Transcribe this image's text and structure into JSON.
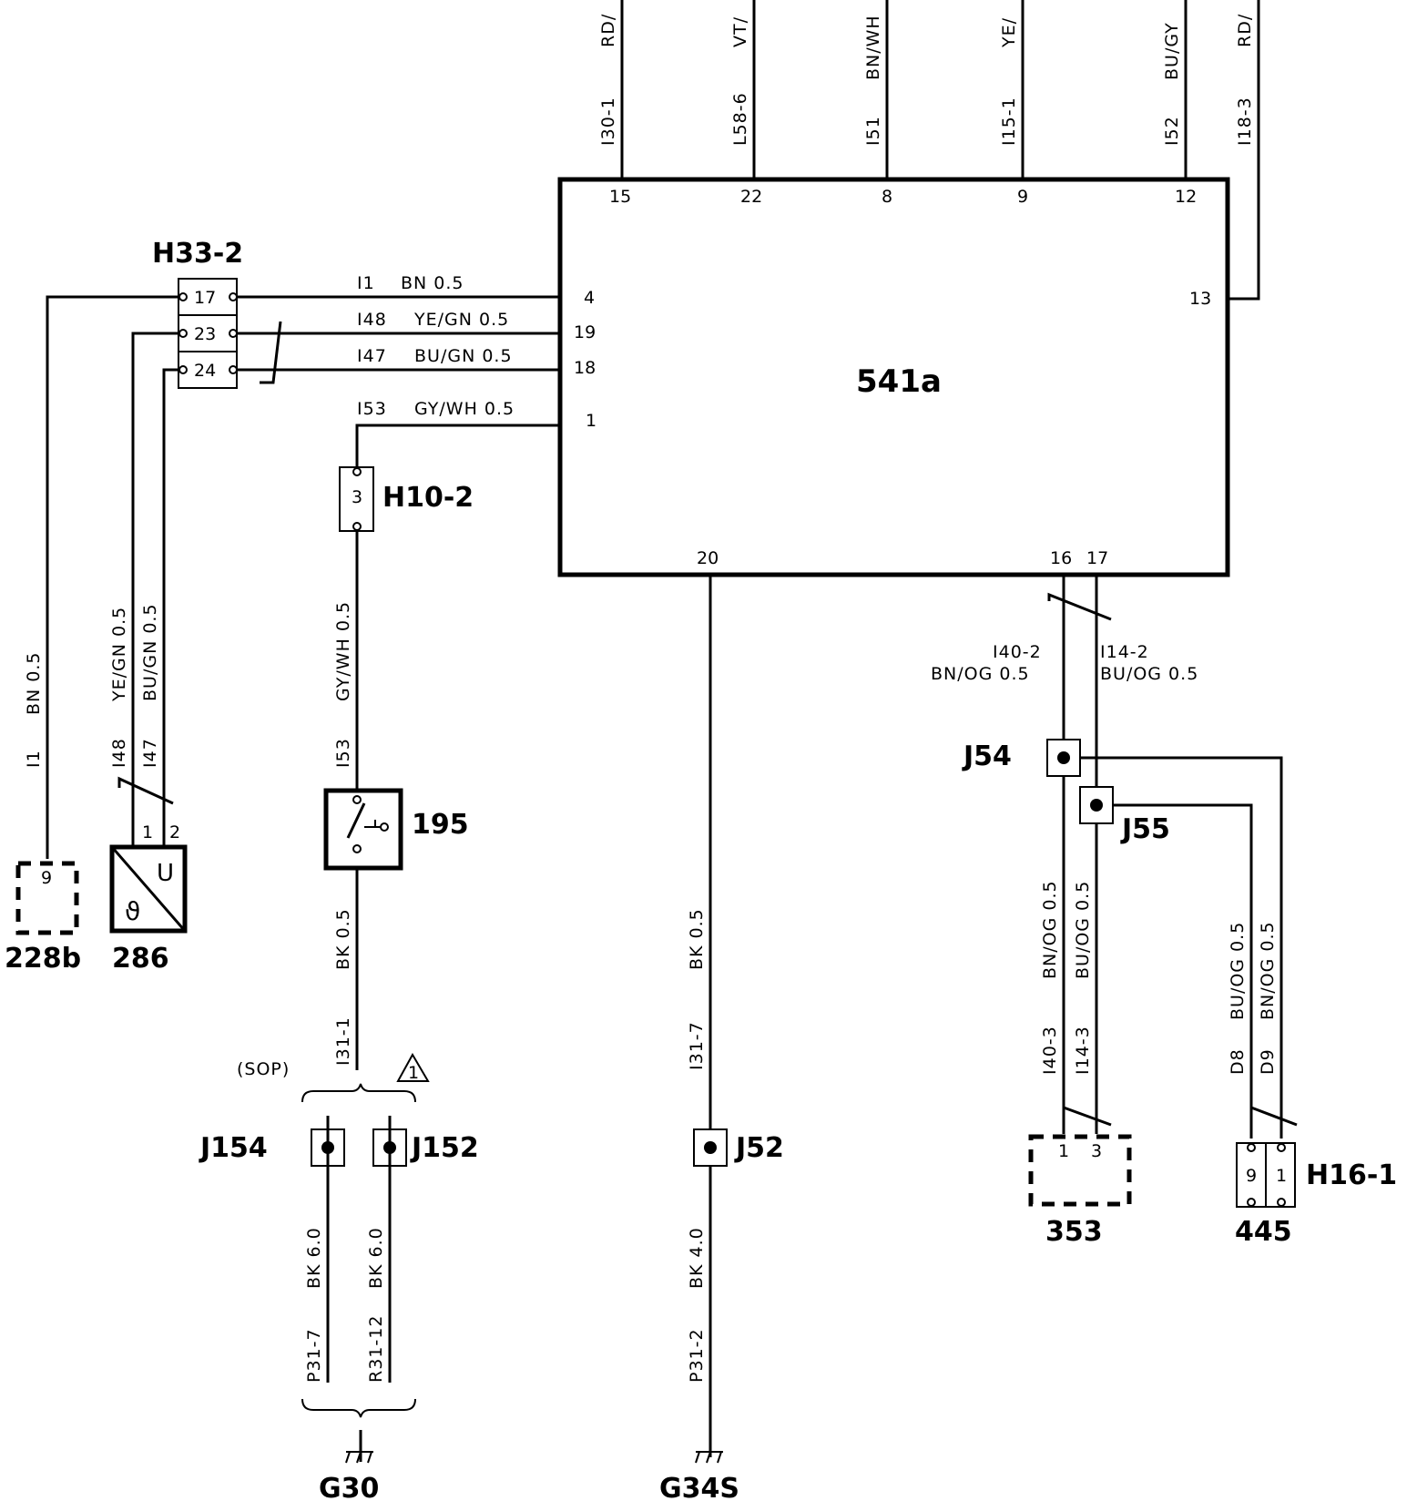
{
  "module": {
    "name": "541a",
    "pins_top": [
      "15",
      "22",
      "8",
      "9",
      "12"
    ],
    "pin_13": "13",
    "pins_left": [
      "4",
      "19",
      "18",
      "1"
    ],
    "pins_bottom": [
      "20",
      "16",
      "17"
    ]
  },
  "top_wires": [
    {
      "code": "I30-1",
      "color": "RD/"
    },
    {
      "code": "L58-6",
      "color": "VT/"
    },
    {
      "code": "I51",
      "color": "BN/WH"
    },
    {
      "code": "I15-1",
      "color": "YE/"
    },
    {
      "code": "I52",
      "color": "BU/GY"
    },
    {
      "code": "I18-3",
      "color": "RD/"
    }
  ],
  "h33": {
    "name": "H33-2",
    "pins": [
      "17",
      "23",
      "24"
    ]
  },
  "left_wires": [
    {
      "code": "I1",
      "spec": "BN  0.5"
    },
    {
      "code": "I48",
      "spec": "YE/GN  0.5"
    },
    {
      "code": "I47",
      "spec": "BU/GN  0.5"
    },
    {
      "code": "I53",
      "spec": "GY/WH  0.5"
    }
  ],
  "h10": {
    "name": "H10-2",
    "pin": "3"
  },
  "vertical_left": [
    {
      "spec": "BN  0.5",
      "code": "I1"
    },
    {
      "spec": "YE/GN  0.5",
      "code": "I48"
    },
    {
      "spec": "BU/GN  0.5",
      "code": "I47"
    }
  ],
  "sensor": {
    "name": "286",
    "pins": [
      "1",
      "2"
    ],
    "u": "U",
    "theta": "ϑ"
  },
  "conn228": {
    "name": "228b",
    "pin": "9"
  },
  "gywh_vertical": {
    "spec": "GY/WH  0.5",
    "code": "I53"
  },
  "switch": {
    "name": "195"
  },
  "bk_vertical": {
    "spec": "BK  0.5",
    "code": "I31-1"
  },
  "sop": "(SOP)",
  "warning": "1",
  "j154": {
    "name": "J154",
    "spec": "BK  6.0",
    "code": "P31-7"
  },
  "j152": {
    "name": "J152",
    "spec": "BK  6.0",
    "code": "R31-12"
  },
  "g30": "G30",
  "j52": {
    "name": "J52",
    "upper_spec": "BK  0.5",
    "upper_code": "I31-7",
    "lower_spec": "BK  4.0",
    "lower_code": "P31-2"
  },
  "g34s": "G34S",
  "right_wires": [
    {
      "code": "I40-2",
      "spec": "BN/OG  0.5"
    },
    {
      "code": "I14-2",
      "spec": "BU/OG  0.5"
    }
  ],
  "j54": "J54",
  "j55": "J55",
  "vertical_right": [
    {
      "spec": "BN/OG  0.5",
      "code": "I40-3"
    },
    {
      "spec": "BU/OG  0.5",
      "code": "I14-3"
    },
    {
      "spec": "BU/OG  0.5",
      "code": "D8"
    },
    {
      "spec": "BN/OG  0.5",
      "code": "D9"
    }
  ],
  "conn353": {
    "name": "353",
    "pins": [
      "1",
      "3"
    ]
  },
  "h16": {
    "name": "H16-1",
    "pins": [
      "9",
      "1"
    ],
    "component": "445"
  }
}
